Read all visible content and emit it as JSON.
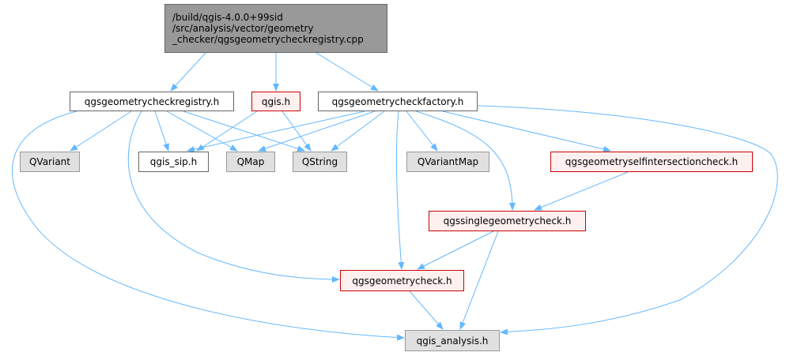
{
  "colors": {
    "edge": "#63b8ff",
    "root_fill": "#999999",
    "root_border": "#666666",
    "plain_fill": "#ffffff",
    "plain_border": "#666666",
    "red_fill": "#fff0f0",
    "red_border": "#cc0000",
    "ext_fill": "#e0e0e0",
    "ext_border": "#999999"
  },
  "nodes": {
    "root": "/build/qgis-4.0.0+99sid\n/src/analysis/vector/geometry\n_checker/qgsgeometrycheckregistry.cpp",
    "registry_h": "qgsgeometrycheckregistry.h",
    "qgis_h": "qgis.h",
    "factory_h": "qgsgeometrycheckfactory.h",
    "qvariant": "QVariant",
    "qgis_sip_h": "qgis_sip.h",
    "qmap": "QMap",
    "qstring": "QString",
    "qvariantmap": "QVariantMap",
    "selfintersection_h": "qgsgeometryselfintersectioncheck.h",
    "singlegeometry_h": "qgssinglegeometrycheck.h",
    "geometrycheck_h": "qgsgeometrycheck.h",
    "qgis_analysis_h": "qgis_analysis.h"
  },
  "edges": [
    [
      "root",
      "registry_h"
    ],
    [
      "root",
      "qgis_h"
    ],
    [
      "root",
      "factory_h"
    ],
    [
      "registry_h",
      "qvariant"
    ],
    [
      "registry_h",
      "qgis_sip_h"
    ],
    [
      "registry_h",
      "qmap"
    ],
    [
      "registry_h",
      "qstring"
    ],
    [
      "registry_h",
      "geometrycheck_h"
    ],
    [
      "registry_h",
      "qgis_analysis_h"
    ],
    [
      "qgis_h",
      "qgis_sip_h"
    ],
    [
      "qgis_h",
      "qstring"
    ],
    [
      "factory_h",
      "qgis_sip_h"
    ],
    [
      "factory_h",
      "qmap"
    ],
    [
      "factory_h",
      "qstring"
    ],
    [
      "factory_h",
      "qvariantmap"
    ],
    [
      "factory_h",
      "selfintersection_h"
    ],
    [
      "factory_h",
      "singlegeometry_h"
    ],
    [
      "factory_h",
      "geometrycheck_h"
    ],
    [
      "factory_h",
      "qgis_analysis_h"
    ],
    [
      "selfintersection_h",
      "singlegeometry_h"
    ],
    [
      "singlegeometry_h",
      "geometrycheck_h"
    ],
    [
      "singlegeometry_h",
      "qgis_analysis_h"
    ],
    [
      "geometrycheck_h",
      "qgis_analysis_h"
    ]
  ]
}
